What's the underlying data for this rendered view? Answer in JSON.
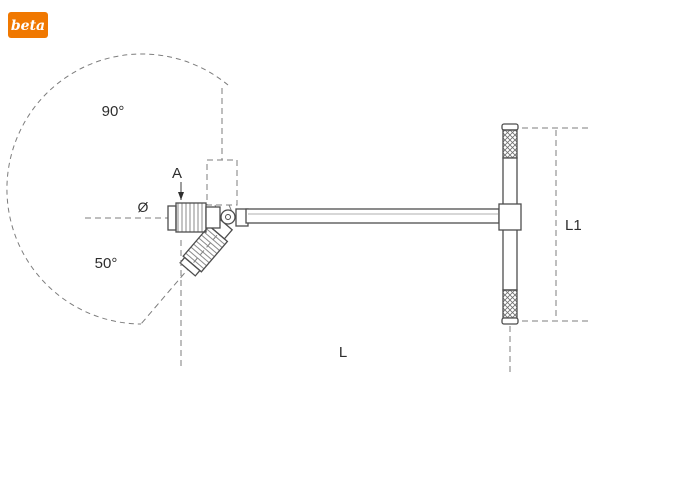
{
  "logo": {
    "text": "beta"
  },
  "labels": {
    "angle_top": "90°",
    "angle_bottom": "50°",
    "socket_size": "A",
    "diameter": "Ø",
    "total_length": "L",
    "handle_length": "L1"
  },
  "colors": {
    "line": "#4d4d4d",
    "dash": "#7d7d7d",
    "logo-bg": "#f07800",
    "logo-text": "#ffffff",
    "bg": "#ffffff"
  }
}
